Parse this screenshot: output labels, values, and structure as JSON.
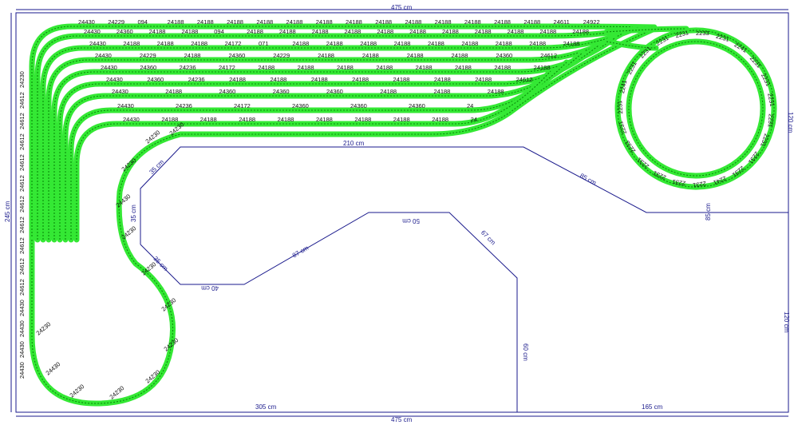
{
  "dimensions": {
    "top_width": "475 cm",
    "bottom_width": "475 cm",
    "left_height": "245 cm",
    "right_height": "120 cm",
    "right_height_lower": "120 cm",
    "inner_210": "210 cm",
    "inner_85_diag": "85 cm",
    "inner_85_right": "85 cm",
    "inner_35_diag": "35 cm",
    "inner_35_vert": "35 cm",
    "inner_50_diag": "35 cm",
    "inner_40": "40 cm",
    "inner_87": "87 cm",
    "inner_50": "50 cm",
    "inner_67": "67 cm",
    "inner_60": "60 cm",
    "bottom_305": "305 cm",
    "bottom_165": "165 cm"
  },
  "track_labels": {
    "row1": [
      "24430",
      "24229",
      "094",
      "24188",
      "24188",
      "24188",
      "24188",
      "24188",
      "24188",
      "24188",
      "24188",
      "24188",
      "24188",
      "24188",
      "24188",
      "24188",
      "24611",
      "24922"
    ],
    "row2": [
      "24430",
      "24360",
      "24188",
      "24188",
      "094",
      "24188",
      "24188",
      "24188",
      "24188",
      "24188",
      "24188",
      "24188",
      "24188",
      "24188",
      "24188",
      "24188"
    ],
    "row3": [
      "24430",
      "24188",
      "24188",
      "24188",
      "24172",
      "071",
      "24188",
      "24188",
      "24188",
      "24188",
      "24188",
      "24188",
      "24188",
      "24188",
      "24188"
    ],
    "row4": [
      "24430",
      "24229",
      "24188",
      "24360",
      "24229",
      "24188",
      "24188",
      "24188",
      "24188",
      "24360",
      "24612"
    ],
    "row5": [
      "24430",
      "24360",
      "24236",
      "24172",
      "24188",
      "24188",
      "24188",
      "24188",
      "24188",
      "24188",
      "24188",
      "24188"
    ],
    "row6": [
      "24430",
      "24360",
      "24236",
      "24188",
      "24188",
      "24188",
      "24188",
      "24188",
      "24188",
      "24188",
      "24612"
    ],
    "row7": [
      "24430",
      "24188",
      "24360",
      "24360",
      "24360",
      "24188",
      "24188",
      "24188"
    ],
    "row8": [
      "24430",
      "24236",
      "24172",
      "24360",
      "24360",
      "24360",
      "24"
    ],
    "row9": [
      "24430",
      "24188",
      "24188",
      "24188",
      "24188",
      "24188",
      "24188",
      "24188",
      "24188",
      "24"
    ],
    "left_column": [
      "24230",
      "24612",
      "24612",
      "24612",
      "24612",
      "24612",
      "24612",
      "24612",
      "24612",
      "24612",
      "24612",
      "24430",
      "24430",
      "24430",
      "24430"
    ],
    "loop_right": [
      "2233",
      "2231",
      "2241",
      "2231",
      "2231",
      "2231",
      "2231",
      "2231",
      "2231",
      "2231",
      "2241",
      "2231",
      "2231",
      "2231",
      "2231",
      "2233",
      "2231",
      "2231",
      "2241",
      "2231",
      "2231",
      "2231",
      "2231"
    ],
    "loop_left": [
      "24230",
      "24430",
      "24230",
      "24230",
      "24230",
      "24230",
      "24230",
      "24230",
      "24230",
      "24430",
      "24230",
      "24230",
      "24230"
    ]
  }
}
